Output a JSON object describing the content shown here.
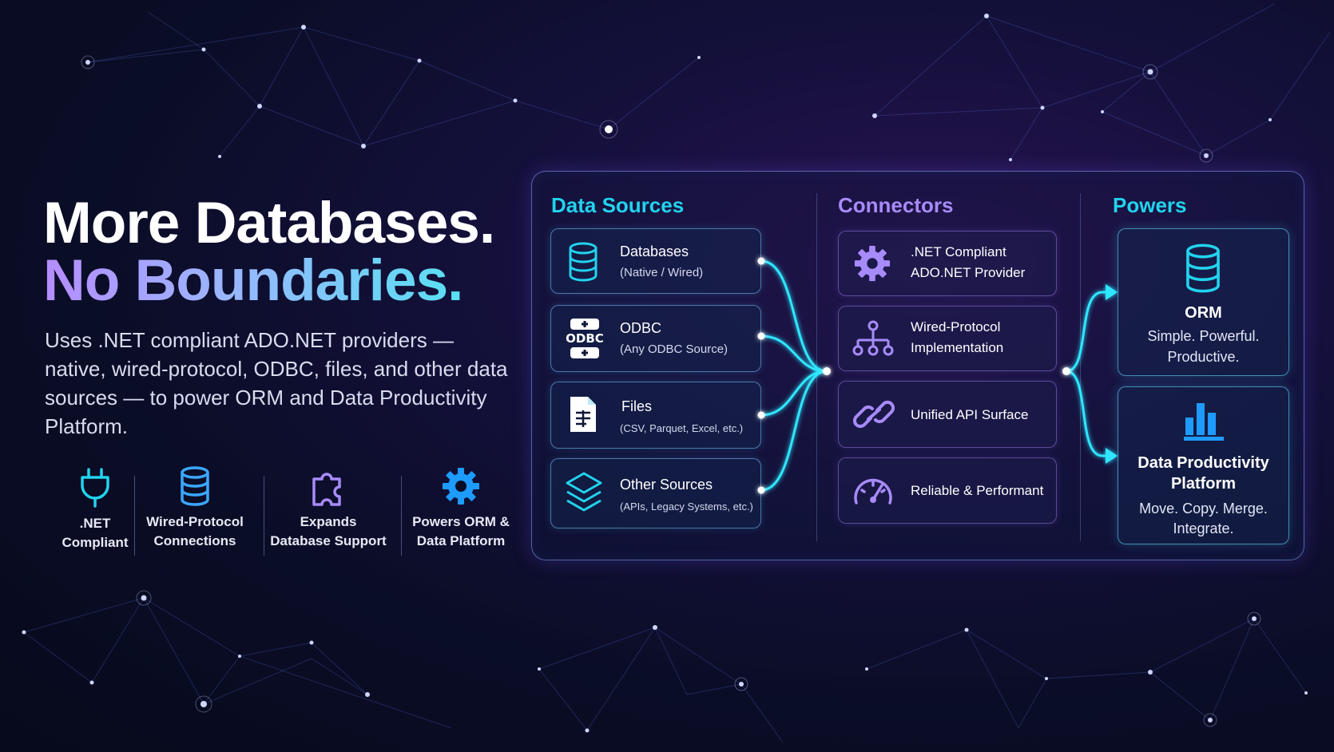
{
  "headline": {
    "line1": "More Databases.",
    "line2": "No Boundaries."
  },
  "description": "Uses .NET compliant ADO.NET providers — native, wired-protocol, ODBC, files, and other data sources — to power ORM and Data Productivity Platform.",
  "features": [
    {
      "icon": "plug-icon",
      "line1": ".NET",
      "line2": "Compliant"
    },
    {
      "icon": "database-icon",
      "line1": "Wired-Protocol",
      "line2": "Connections"
    },
    {
      "icon": "puzzle-icon",
      "line1": "Expands",
      "line2": "Database Support"
    },
    {
      "icon": "gear-icon",
      "line1": "Powers ORM &",
      "line2": "Data Platform"
    }
  ],
  "columns": {
    "sources": "Data Sources",
    "connectors": "Connectors",
    "powers": "Powers"
  },
  "sources": [
    {
      "icon": "database-icon",
      "title": "Databases",
      "subtitle": "(Native / Wired)"
    },
    {
      "icon": "odbc-icon",
      "icon_text": "ODBC",
      "title": "ODBC",
      "subtitle": "(Any ODBC Source)"
    },
    {
      "icon": "file-icon",
      "title": "Files",
      "subtitle": "(CSV, Parquet, Excel, etc.)"
    },
    {
      "icon": "layers-icon",
      "title": "Other Sources",
      "subtitle": "(APIs, Legacy Systems, etc.)"
    }
  ],
  "connectors": [
    {
      "icon": "gear-icon",
      "line1": ".NET Compliant",
      "line2": "ADO.NET Provider"
    },
    {
      "icon": "network-icon",
      "line1": "Wired-Protocol",
      "line2": "Implementation"
    },
    {
      "icon": "link-icon",
      "line1": "Unified API Surface",
      "line2": ""
    },
    {
      "icon": "speedometer-icon",
      "line1": "Reliable & Performant",
      "line2": ""
    }
  ],
  "powers": [
    {
      "icon": "database-icon",
      "title": "ORM",
      "subtitle_line1": "Simple. Powerful.",
      "subtitle_line2": "Productive."
    },
    {
      "icon": "bar-chart-icon",
      "title_line1": "Data Productivity",
      "title_line2": "Platform",
      "subtitle_line1": "Move. Copy. Merge.",
      "subtitle_line2": "Integrate."
    }
  ],
  "colors": {
    "cyan": "#22d3ee",
    "purple": "#a78bfa",
    "blue": "#3ba7ff",
    "background": "#0a0d26"
  }
}
